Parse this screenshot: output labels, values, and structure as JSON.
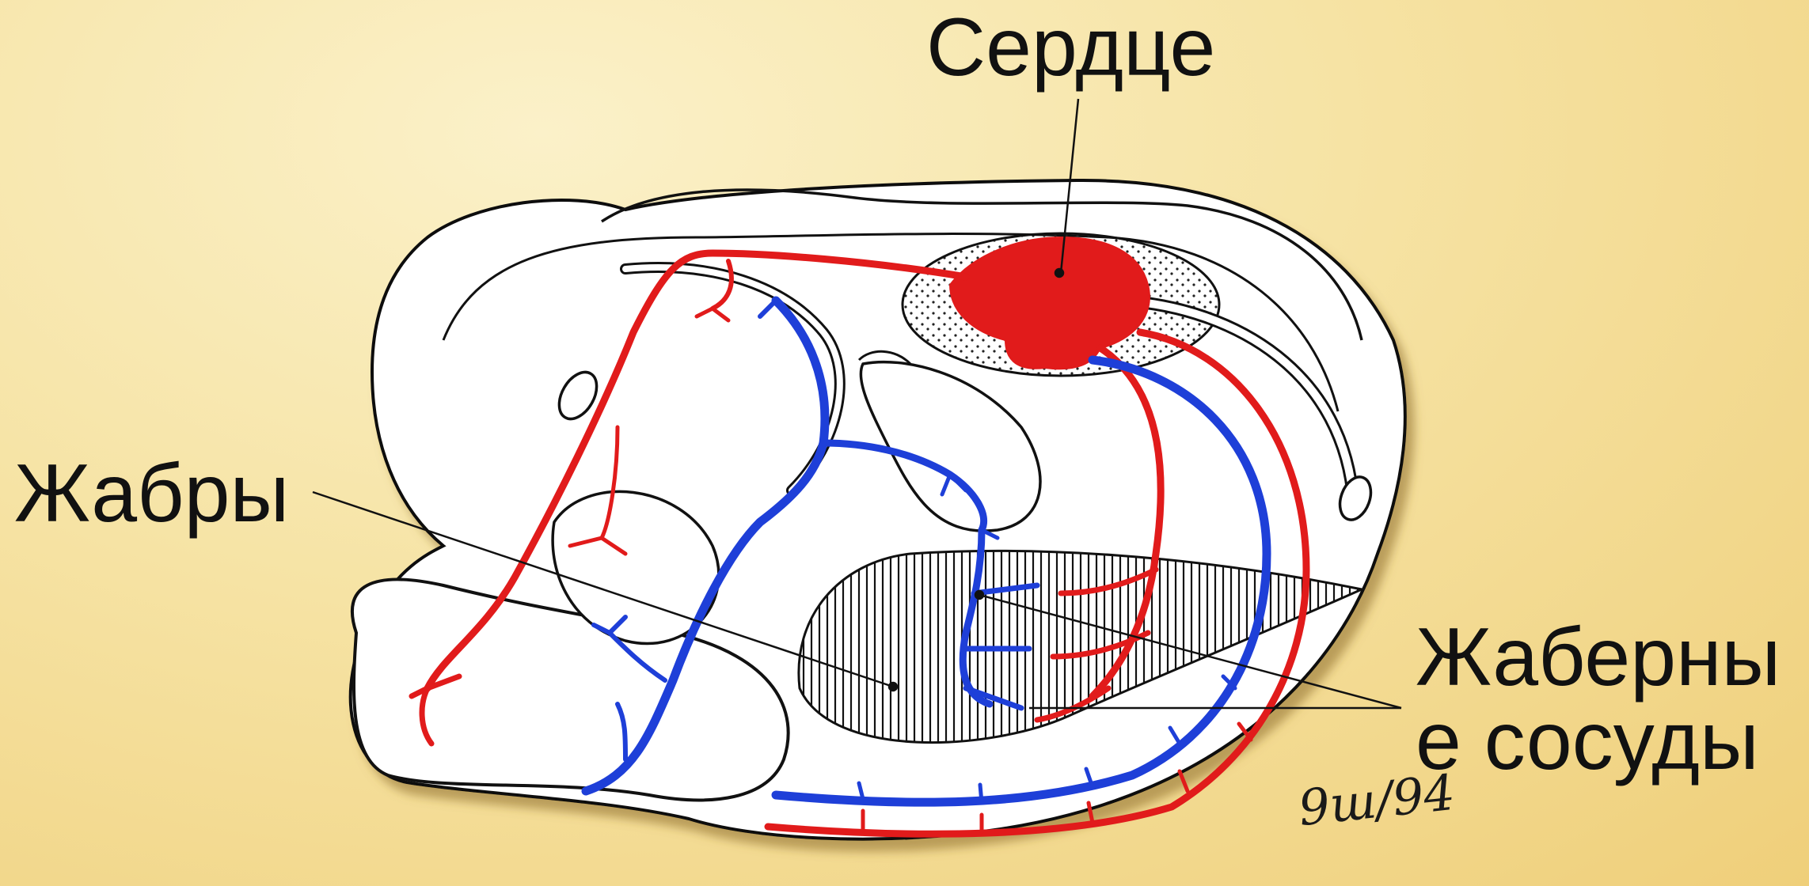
{
  "labels": {
    "heart": "Сердце",
    "gills": "Жабры",
    "gill_vessels_line1": "Жаберны",
    "gill_vessels_line2": "е сосуды"
  },
  "signature": "9ш/94",
  "colors": {
    "background": "#f6e3a4",
    "arterial": "#e11b1b",
    "venous": "#1e3fd8",
    "outline": "#111111",
    "fill": "#ffffff"
  }
}
